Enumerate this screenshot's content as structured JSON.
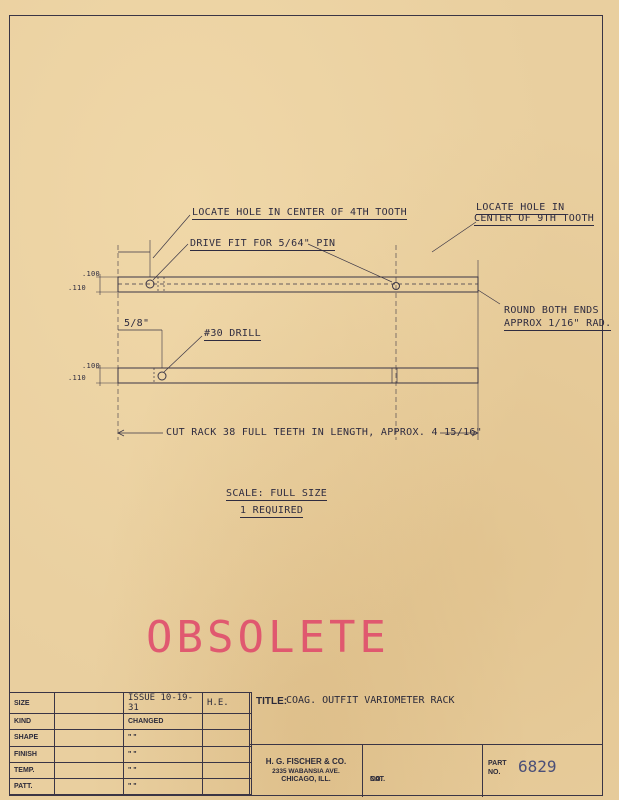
{
  "drawing": {
    "note_locate_4th": "LOCATE HOLE IN CENTER OF 4TH TOOTH",
    "note_drive_fit": "DRIVE FIT FOR 5/64\" PIN",
    "note_locate_9th_line1": "LOCATE HOLE IN",
    "note_locate_9th_line2": "CENTER OF 9TH TOOTH",
    "note_round_line1": "ROUND BOTH ENDS",
    "note_round_line2": "APPROX 1/16\" RAD.",
    "dim_offset": "5/8\"",
    "note_drill": "#30 DRILL",
    "dim_thickness_top_a": ".100",
    "dim_thickness_top_b": ".110",
    "dim_thickness_bot_a": ".100",
    "dim_thickness_bot_b": ".110",
    "note_cut": "CUT RACK 38 FULL TEETH IN LENGTH, APPROX. 4 15/16\"",
    "scale": "SCALE: FULL SIZE",
    "required": "1 REQUIRED",
    "stamp": "OBSOLETE"
  },
  "title_block": {
    "rows": [
      {
        "label": "SIZE",
        "issue": "ISSUE 10-19-31",
        "initials": "H.E."
      },
      {
        "label": "KIND",
        "issue": "CHANGED",
        "initials": ""
      },
      {
        "label": "SHAPE",
        "issue": "\"  \"",
        "initials": ""
      },
      {
        "label": "FINISH",
        "issue": "\"  \"",
        "initials": ""
      },
      {
        "label": "TEMP.",
        "issue": "\"  \"",
        "initials": ""
      },
      {
        "label": "PATT.",
        "issue": "\"  \"",
        "initials": ""
      }
    ],
    "title_label": "TITLE:",
    "title_value": "COAG. OUTFIT VARIOMETER RACK",
    "company_name": "H. G. FISCHER & CO.",
    "company_address": "2335 WABANSIA AVE.",
    "company_city": "CHICAGO, ILL.",
    "cat_label_1": "CAT.",
    "cat_label_2": "NO.",
    "part_label_1": "PART",
    "part_label_2": "NO.",
    "part_number": "6829"
  }
}
